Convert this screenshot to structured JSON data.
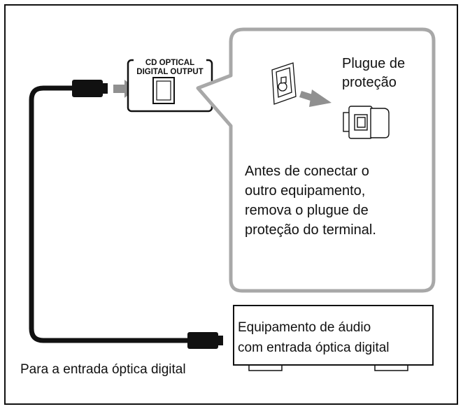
{
  "terminal": {
    "label_line1": "CD OPTICAL",
    "label_line2": "DIGITAL OUTPUT"
  },
  "callout": {
    "plug_label_line1": "Plugue de",
    "plug_label_line2": "proteção",
    "instruction_lines": [
      "Antes de conectar o",
      "outro equipamento,",
      "remova o plugue de",
      "proteção do terminal."
    ]
  },
  "equipment": {
    "line1": "Equipamento de áudio",
    "line2": "com entrada óptica digital"
  },
  "cable": {
    "caption": "Para a entrada óptica digital"
  },
  "colors": {
    "callout_border": "#a8a8a8",
    "arrow": "#909090",
    "line": "#111111"
  }
}
